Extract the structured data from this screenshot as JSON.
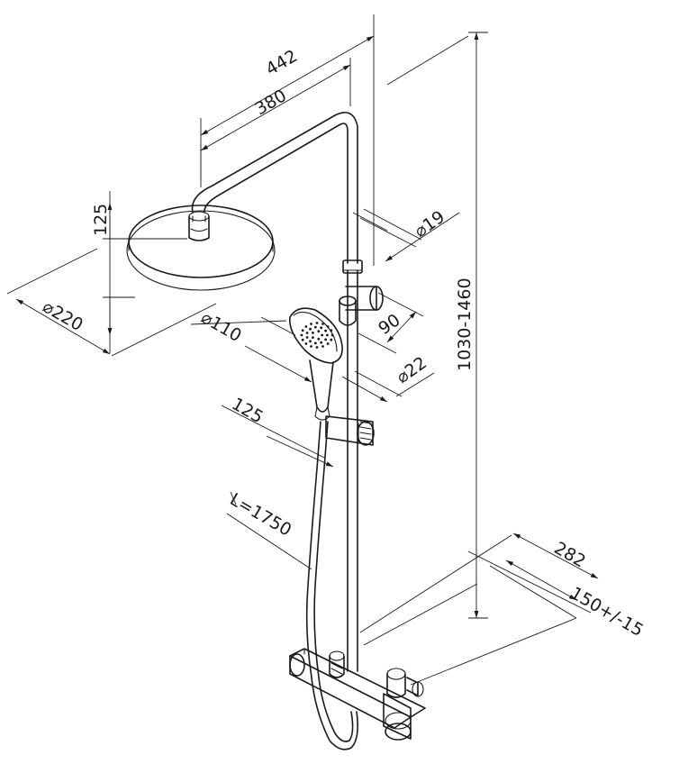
{
  "dimensions": {
    "overall_arm_reach": "442",
    "arm_length": "380",
    "head_height": "125",
    "head_diameter": "⌀220",
    "hand_shower_diameter": "⌀110",
    "pipe_diameter": "⌀19",
    "holder_offset": "90",
    "slide_rail_diameter": "⌀22",
    "hand_shower_offset": "125",
    "column_height_range": "1030-1460",
    "hose_length": "L=1750",
    "mixer_depth": "282",
    "inlet_spacing": "150+/-15"
  }
}
